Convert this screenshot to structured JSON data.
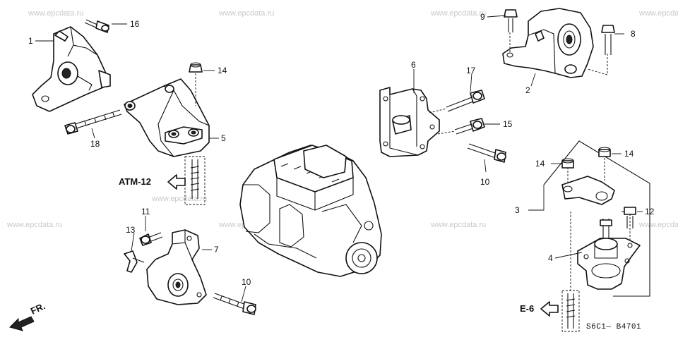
{
  "watermark": "www.epcdata.ru",
  "callouts": {
    "c1": "1",
    "c2": "2",
    "c3": "3",
    "c4": "4",
    "c5": "5",
    "c6": "6",
    "c7": "7",
    "c8": "8",
    "c9": "9",
    "c10a": "10",
    "c10b": "10",
    "c11": "11",
    "c12": "12",
    "c13": "13",
    "c14a": "14",
    "c14b": "14",
    "c14c": "14",
    "c15": "15",
    "c16": "16",
    "c17": "17",
    "c18": "18"
  },
  "references": {
    "atm": "ATM-12",
    "e6": "E-6",
    "front": "FR."
  },
  "diagram_code": "S6C1— B4701",
  "icons": {
    "front_arrow": "front-arrow-icon",
    "ref_arrow": "hollow-arrow-icon"
  }
}
